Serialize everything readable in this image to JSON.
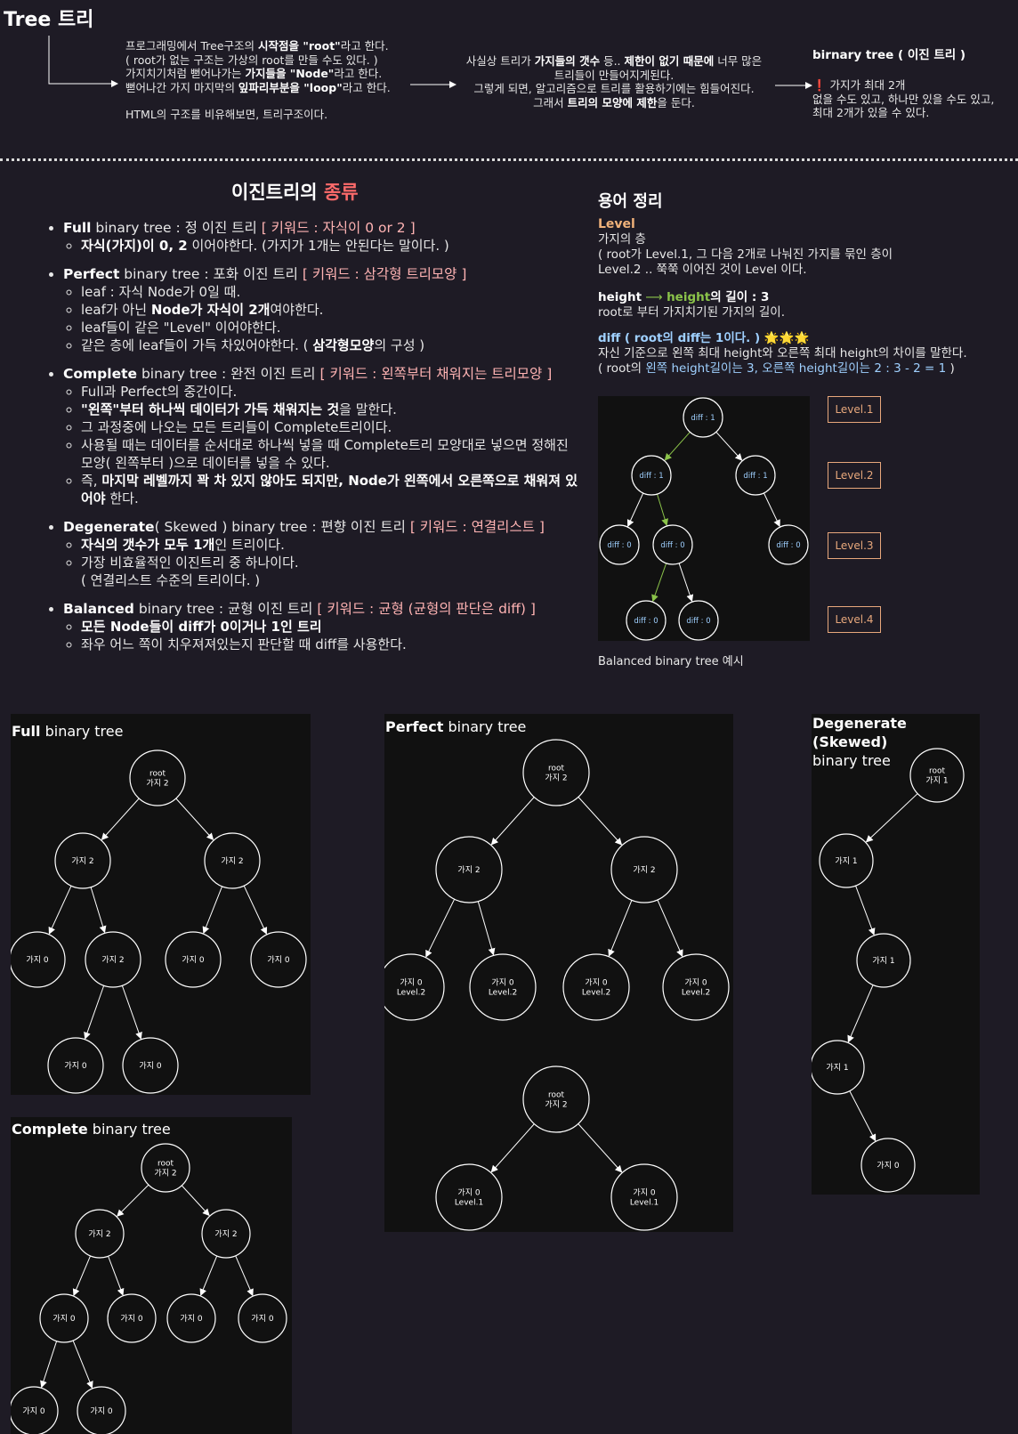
{
  "header": {
    "title": "Tree 트리",
    "intro": {
      "l1a": "프로그래밍에서 Tree구조의 ",
      "l1b": "시작점을 \"root\"",
      "l1c": "라고 한다.",
      "l2": "( root가  없는 구조는 가상의 root를 만들 수도 있다. )",
      "l3a": "가지치기처럼 뻗어나가는 ",
      "l3b": "가지들을 \"Node\"",
      "l3c": "라고 한다.",
      "l4a": "뻗어나간 가지 마지막의 ",
      "l4b": "잎파리부분을 \"loop\"",
      "l4c": "라고 한다.",
      "l5": "HTML의 구조를 비유해보면, 트리구조이다."
    },
    "middle": {
      "l1a": "사실상 트리가 ",
      "l1b": "가지들의 갯수",
      "l1c": " 등.. ",
      "l1d": "제한이 없기 때문에",
      "l1e": " 너무 많은",
      "l2": "트리들이 만들어지게된다.",
      "l3": "그렇게 되면, 알고리즘으로 트리를 활용하기에는 힘들어진다.",
      "l4a": "그래서 ",
      "l4b": "트리의 모양에 제한",
      "l4c": "을 둔다."
    },
    "right": {
      "title": "birnary tree ( 이진 트리 )",
      "l1": "❗ 가지가 최대 2개",
      "l2": "없을 수도 있고, 하나만 있을 수도 있고,",
      "l3": "최대 2개가 있을 수 있다."
    }
  },
  "types": {
    "title_a": "이진트리의 ",
    "title_b": "종류",
    "full": {
      "name": "Full",
      "rest": " binary tree : 정 이진 트리 ",
      "kw": "[ 키워드 : 자식이 0  or 2 ]",
      "s1a": "자식(가지)이 0, 2",
      "s1b": " 이어야한다. (가지가 1개는 안된다는 말이다. )"
    },
    "perfect": {
      "name": "Perfect",
      "rest": " binary tree : 포화 이진 트리 ",
      "kw": "[ 키워드 : 삼각형 트리모양 ]",
      "s1": "leaf : 자식 Node가 0일 때.",
      "s2a": "leaf가 아닌 ",
      "s2b": "Node가 자식이 2개",
      "s2c": "여야한다.",
      "s3": "leaf들이 같은 \"Level\" 이어야한다.",
      "s4a": "같은 층에 leaf들이 가득 차있어야한다. ( ",
      "s4b": "삼각형모양",
      "s4c": "의 구성 )"
    },
    "complete": {
      "name": "Complete",
      "rest": " binary tree : 완전 이진 트리 ",
      "kw": "[ 키워드 : 왼쪽부터 채워지는 트리모양 ]",
      "s1": "Full과 Perfect의 중간이다.",
      "s2a": "\"왼쪽\"부터 하나씩 데이터가 가득 채워지는 것",
      "s2b": "을 말한다.",
      "s3": "그 과정중에 나오는 모든 트리들이 Complete트리이다.",
      "s4": "사용될 때는 데이터를 순서대로 하나씩 넣을 때 Complete트리 모양대로 넣으면 정해진 모양( 왼쪽부터 )으로 데이터를 넣을 수 있다.",
      "s5a": "즉, ",
      "s5b": "마지막 레벨까지 꽉 차 있지 않아도 되지만, Node가 왼쪽에서 오른쪽으로 채워져 있어야",
      "s5c": " 한다."
    },
    "degenerate": {
      "name": "Degenerate",
      "rest": "( Skewed ) binary tree : 편향 이진 트리 ",
      "kw": "[ 키워드 : 연결리스트 ]",
      "s1a": "자식의 갯수가 모두 1개",
      "s1b": "인 트리이다.",
      "s2": "가장 비효율적인 이진트리 중 하나이다.",
      "s3": "( 연결리스트 수준의 트리이다. )"
    },
    "balanced": {
      "name": "Balanced",
      "rest": " binary tree : 균형 이진 트리 ",
      "kw": "[ 키워드 : 균형 (균형의 판단은 diff) ]",
      "s1": "모든 Node들이 diff가 0이거나 1인 트리",
      "s2": "좌우 어느 쪽이  치우져져있는지 판단할 때 diff를 사용한다."
    }
  },
  "terms": {
    "title": "용어 정리",
    "level_label": "Level",
    "level_1": "가지의 층",
    "level_2": "( root가 Level.1, 그 다음 2개로 나눠진  가지를 묶인 층이",
    "level_3": "Level.2 .. 쭉쭉 이어진 것이 Level 이다.",
    "height_label": "height",
    "height_value": "height",
    "height_value_rest": "의 길이 : 3",
    "height_desc": "root로 부터 가지치기된 가지의 길이.",
    "diff_label": "diff ( root의 diff는 1이다. ) 🌟🌟🌟",
    "diff_desc": "자신 기준으로 왼쪽 최대 height와 오른쪽 최대 height의 차이를 말한다.",
    "diff_ex_a": "( root의 ",
    "diff_ex_b": "왼쪽 height길이는 3, 오른쪽 height길이는 2 :  3 - 2 = 1",
    "diff_ex_c": " )",
    "example_caption": "Balanced binary tree 예시",
    "levels": [
      "Level.1",
      "Level.2",
      "Level.3",
      "Level.4"
    ],
    "diff_nodes": [
      "diff : 1",
      "diff : 1",
      "diff : 1",
      "diff : 0",
      "diff : 0",
      "diff : 0",
      "diff : 0",
      "diff : 0"
    ]
  },
  "panels": {
    "full": {
      "title_a": "Full",
      "title_b": " binary tree",
      "nodes": [
        [
          "root",
          "가지 2"
        ],
        [
          "가지 2"
        ],
        [
          "가지 2"
        ],
        [
          "가지  0"
        ],
        [
          "가지 2"
        ],
        [
          "가지 0"
        ],
        [
          "가지 0"
        ],
        [
          "가지 0"
        ],
        [
          "가지 0"
        ]
      ]
    },
    "perfect": {
      "title_a": "Perfect",
      "title_b": " binary tree",
      "nodes": [
        [
          "root",
          "가지 2"
        ],
        [
          "가지 2"
        ],
        [
          "가지 2"
        ],
        [
          "가지  0",
          "Level.2"
        ],
        [
          "가지 0",
          "Level.2"
        ],
        [
          "가지 0",
          "Level.2"
        ],
        [
          "가지 0",
          "Level.2"
        ]
      ],
      "nodes2": [
        [
          "root",
          "가지 2"
        ],
        [
          "가지 0",
          "Level.1"
        ],
        [
          "가지 0",
          "Level.1"
        ]
      ]
    },
    "degenerate": {
      "title_a": "Degenerate (Skewed)",
      "title_b": "binary tree",
      "nodes": [
        [
          "root",
          "가지 1"
        ],
        [
          "가지 1"
        ],
        [
          "가지 1"
        ],
        [
          "가지 1"
        ],
        [
          "가지 0"
        ]
      ]
    },
    "complete": {
      "title_a": "Complete",
      "title_b": " binary tree",
      "nodes": [
        [
          "root",
          "가지 2"
        ],
        [
          "가지 2"
        ],
        [
          "가지 2"
        ],
        [
          "가지  0"
        ],
        [
          "가지 0"
        ],
        [
          "가지 0"
        ],
        [
          "가지 0"
        ],
        [
          "가지 0"
        ],
        [
          "가지 0"
        ]
      ]
    }
  },
  "colors": {
    "background": "#1e1b25",
    "accent_red": "#ff6b6b",
    "accent_orange": "#f0b27a",
    "accent_green": "#8bc34a",
    "accent_blue": "#9fd0ff"
  }
}
